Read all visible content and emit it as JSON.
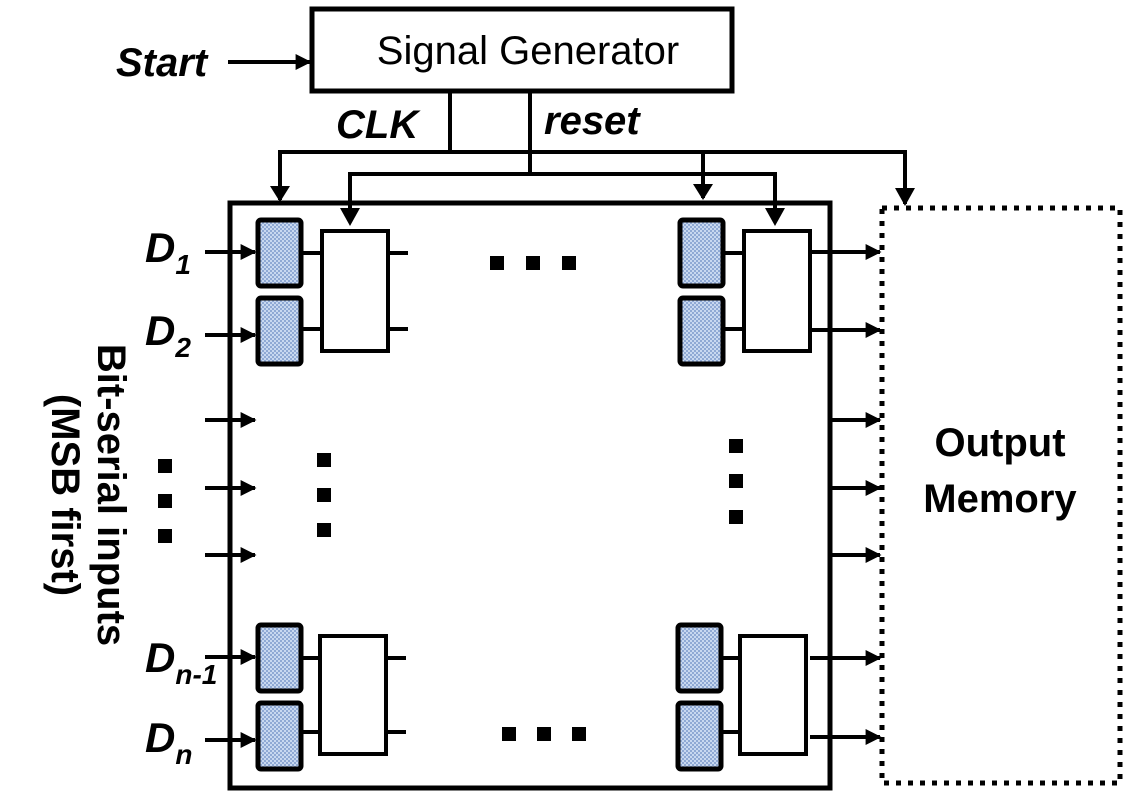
{
  "diagram": {
    "signal_generator": {
      "label": "Signal Generator"
    },
    "start": {
      "label": "Start"
    },
    "clk": {
      "label": "CLK"
    },
    "reset": {
      "label": "reset"
    },
    "inputs": [
      {
        "base": "D",
        "sub": "1"
      },
      {
        "base": "D",
        "sub": "2"
      },
      {
        "base": "D",
        "sub": "n-1"
      },
      {
        "base": "D",
        "sub": "n"
      }
    ],
    "side_label": {
      "line1": "Bit-serial inputs",
      "line2": "(MSB first)"
    },
    "output_memory": {
      "line1": "Output",
      "line2": "Memory"
    },
    "colors": {
      "stroke": "#000000",
      "register_fill": "#b9cce8",
      "background": "#ffffff"
    }
  }
}
